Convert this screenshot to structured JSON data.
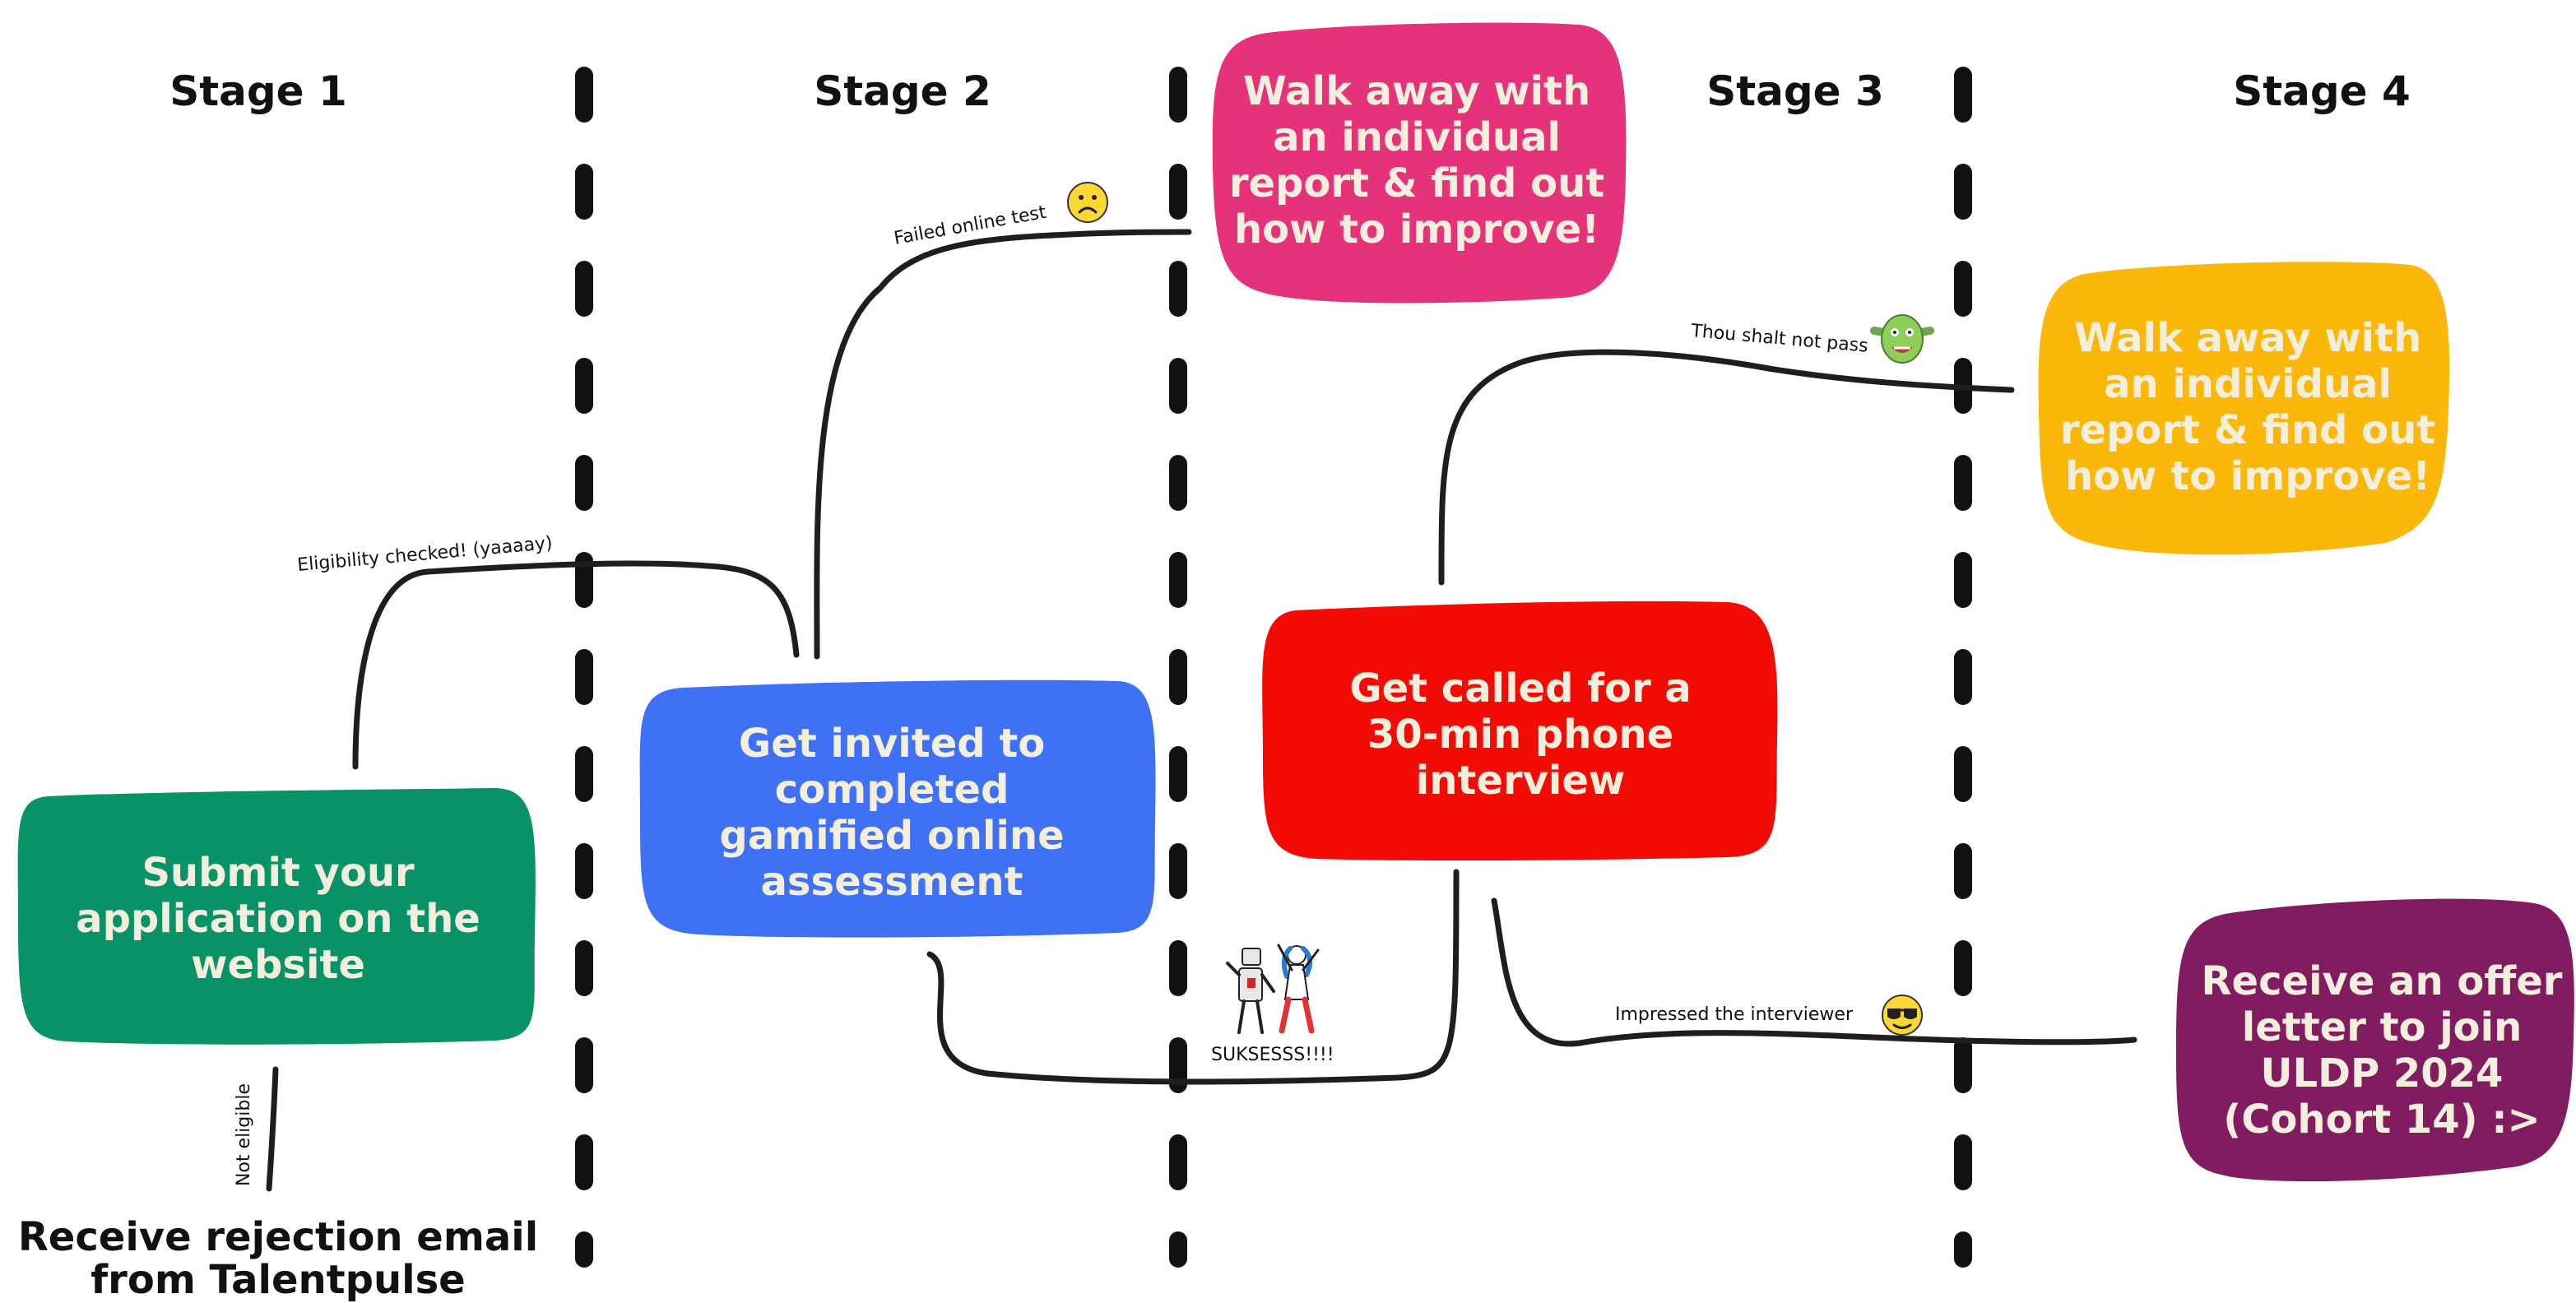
{
  "stages": [
    "Stage 1",
    "Stage 2",
    "Stage 3",
    "Stage 4"
  ],
  "boxes": {
    "submit": {
      "lines": [
        "Submit your",
        "application on the",
        "website"
      ],
      "color": "#079367"
    },
    "assessment": {
      "lines": [
        "Get invited to",
        "completed",
        "gamified online",
        "assessment"
      ],
      "color": "#3E71F6"
    },
    "interview": {
      "lines": [
        "Get called for a",
        "30-min phone",
        "interview"
      ],
      "color": "#F30C06"
    },
    "report_pink": {
      "lines": [
        "Walk away with",
        "an individual",
        "report & find out",
        "how to improve!"
      ],
      "color": "#E5327A"
    },
    "report_yellow": {
      "lines": [
        "Walk away with",
        "an individual",
        "report & find out",
        "how to improve!"
      ],
      "color": "#FBB70A"
    },
    "offer": {
      "lines": [
        "Receive an offer",
        "letter to join",
        "ULDP 2024",
        "(Cohort 14) :>"
      ],
      "color": "#821C61"
    }
  },
  "rejection": {
    "lines": [
      "Receive rejection email",
      "from Talentpulse"
    ]
  },
  "labels": {
    "eligibility": "Eligibility checked! (yaaaay)",
    "not_eligible": "Not eligible",
    "failed": "Failed online test",
    "thou_shalt": "Thou shalt not pass",
    "impressed": "Impressed the interviewer",
    "success": "SUKSESSS!!!!"
  },
  "icons": [
    "sad-face-icon",
    "ogre-face-icon",
    "sunglasses-face-icon",
    "dancing-robot-and-girl-icon"
  ]
}
